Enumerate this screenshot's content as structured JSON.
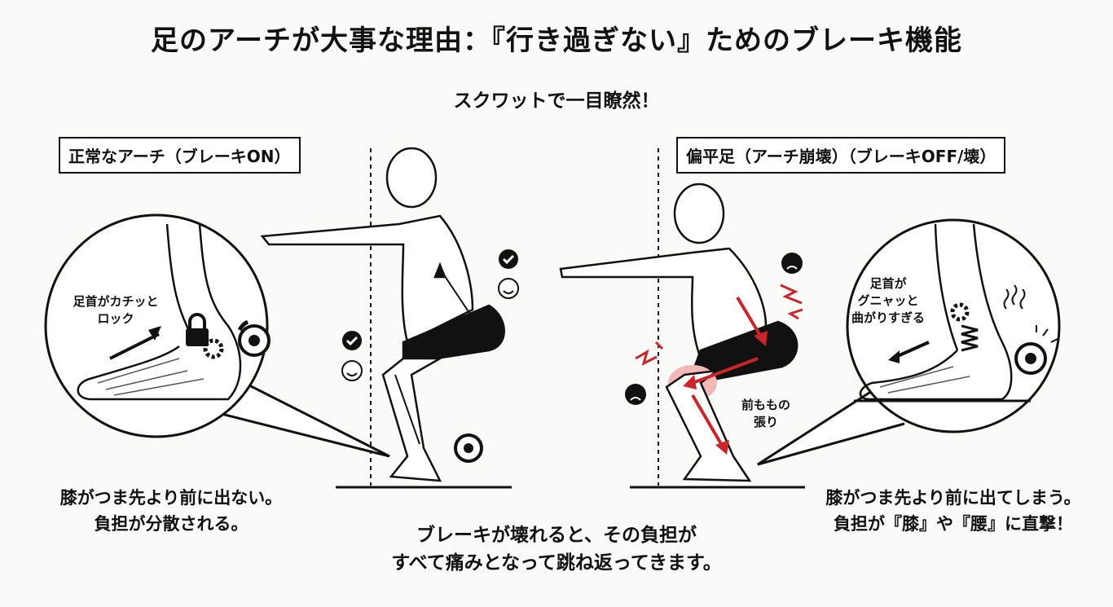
{
  "title": "足のアーチが大事な理由：『行き過ぎない』ためのブレーキ機能",
  "subtitle": "スクワットで一目瞭然！",
  "left": {
    "label": "正常なアーチ（ブレーキON）",
    "bubble_text_1": "足首がカチッと",
    "bubble_text_2": "ロック",
    "caption_1": "膝がつま先より前に出ない。",
    "caption_2": "負担が分散される。"
  },
  "right": {
    "label": "偏平足（アーチ崩壊）（ブレーキOFF/壊）",
    "bubble_text_1": "足首が",
    "bubble_text_2": "グニャッと",
    "bubble_text_3": "曲がりすぎる",
    "thigh_note_1": "前ももの",
    "thigh_note_2": "張り",
    "caption_1": "膝がつま先より前に出てしまう。",
    "caption_2": "負担が『膝』や『腰』に直撃！"
  },
  "center_caption_1": "ブレーキが壊れると、その負担が",
  "center_caption_2": "すべて痛みとなって跳ね返ってきます。",
  "colors": {
    "accent_red": "#c8262b",
    "ink": "#111111"
  }
}
